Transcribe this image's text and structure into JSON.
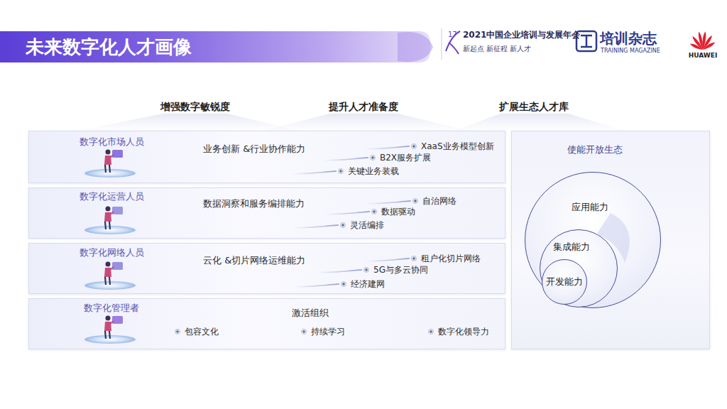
{
  "diagram": {
    "title": "未来数字化人才画像",
    "nodes": [
      {
        "text": [
          "数字化市场人员",
          "业务创新 &行业协作能力",
          "XaaS业务模型创新",
          "B2X服务扩展",
          "关键业务装载"
        ]
      },
      {
        "text": [
          "数字化运营人员",
          "数据洞察和服务编排能力",
          "自治网络",
          "数据驱动",
          "灵活编排"
        ]
      },
      {
        "text": [
          "数字化网络人员",
          "云化 &切片网络运维能力",
          "租户化切片网络",
          "5G与多云协同",
          "经济建网"
        ]
      },
      {
        "text": [
          "数字化管理者",
          "激活组织",
          "包容文化",
          "持续学习",
          "数字化领导力"
        ]
      },
      {
        "text": [
          "使能开放生态"
        ]
      },
      {
        "text": [
          "应用能力"
        ],
        "in": 4
      },
      {
        "text": [
          "集成能力"
        ],
        "in": 5
      },
      {
        "text": [
          "开发能力"
        ],
        "in": 6
      }
    ],
    "labels": [
      "17",
      "2021中国企业培训与发展年会",
      "新起点 新征程 新人才",
      "培训杂志",
      "TRAINING MAGAZINE",
      "HUAWEI",
      "增强数字敏锐度",
      "提升人才准备度",
      "扩展生态人才库"
    ]
  }
}
